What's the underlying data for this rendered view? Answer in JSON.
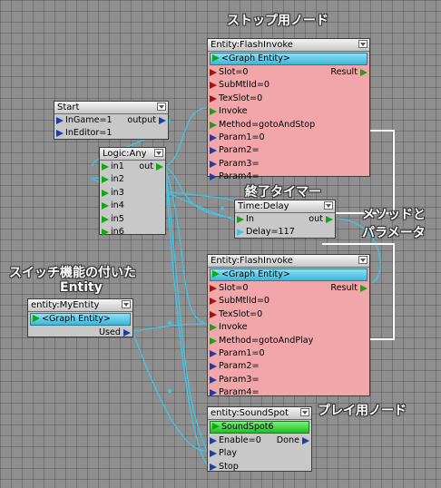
{
  "annotations": {
    "stop_node": "ストップ用ノード",
    "end_timer": "終了タイマー",
    "method_params": [
      "メソッドと",
      "パラメータ"
    ],
    "switch_entity": [
      "スイッチ機能の付いた",
      "Entity"
    ],
    "play_node": "プレイ用ノード"
  },
  "nodes": {
    "flash_stop": {
      "title": "Entity:FlashInvoke",
      "entity": "<Graph Entity>",
      "result": "Result",
      "ports": [
        "Slot=0",
        "SubMtlId=0",
        "TexSlot=0",
        "Invoke",
        "Method=gotoAndStop",
        "Param1=0",
        "Param2=",
        "Param3=",
        "Param4="
      ]
    },
    "start": {
      "title": "Start",
      "ports": [
        "InGame=1",
        "InEditor=1"
      ],
      "output": "output"
    },
    "logic_any": {
      "title": "Logic:Any",
      "output": "out",
      "ports": [
        "in1",
        "in2",
        "in3",
        "in4",
        "in5",
        "in6"
      ]
    },
    "time_delay": {
      "title": "Time:Delay",
      "ports": [
        "In",
        "Delay=117"
      ],
      "output": "out"
    },
    "flash_play": {
      "title": "Entity:FlashInvoke",
      "entity": "<Graph Entity>",
      "result": "Result",
      "ports": [
        "Slot=0",
        "SubMtlId=0",
        "TexSlot=0",
        "Invoke",
        "Method=gotoAndPlay",
        "Param1=0",
        "Param2=",
        "Param3=",
        "Param4="
      ]
    },
    "my_entity": {
      "title": "entity:MyEntity",
      "entity": "<Graph Entity>",
      "output": "Used"
    },
    "sound_spot": {
      "title": "entity:SoundSpot",
      "entity": "SoundSpot6",
      "ports": [
        "Enable=0",
        "Play",
        "Stop"
      ],
      "output": "Done"
    }
  },
  "colors": {
    "background": "#8f8f8f",
    "node": "#c8c8c8",
    "flash_node": "#f1a7a9",
    "wire": "#3ec6e8",
    "port_blue": "#1b3fa8",
    "port_red": "#a80f0f",
    "port_green": "#15a615"
  }
}
